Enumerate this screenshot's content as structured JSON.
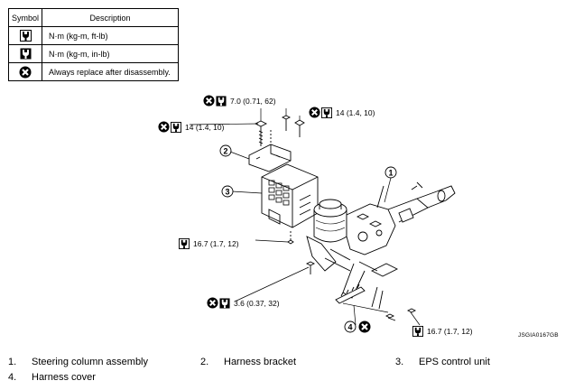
{
  "legend": {
    "header_symbol": "Symbol",
    "header_description": "Description",
    "rows": [
      {
        "icon": "torque-wrench-ft-lb-icon",
        "description": "N·m (kg-m, ft-lb)"
      },
      {
        "icon": "torque-wrench-in-lb-icon",
        "description": "N·m (kg-m, in-lb)"
      },
      {
        "icon": "replace-part-icon",
        "description": "Always replace after disassembly."
      }
    ]
  },
  "torques": {
    "t1": "7.0 (0.71, 62)",
    "t2": "14 (1.4, 10)",
    "t3": "14 (1.4, 10)",
    "t4": "16.7 (1.7, 12)",
    "t5": "3.6 (0.37, 32)",
    "t6": "16.7 (1.7, 12)"
  },
  "callouts": {
    "c1": "1",
    "c2": "2",
    "c3": "3",
    "c4": "4"
  },
  "reference_code": "JSGIA0167GB",
  "parts": [
    {
      "num": "1.",
      "name": "Steering column assembly"
    },
    {
      "num": "2.",
      "name": "Harness bracket"
    },
    {
      "num": "3.",
      "name": "EPS control unit"
    },
    {
      "num": "4.",
      "name": "Harness cover"
    }
  ]
}
